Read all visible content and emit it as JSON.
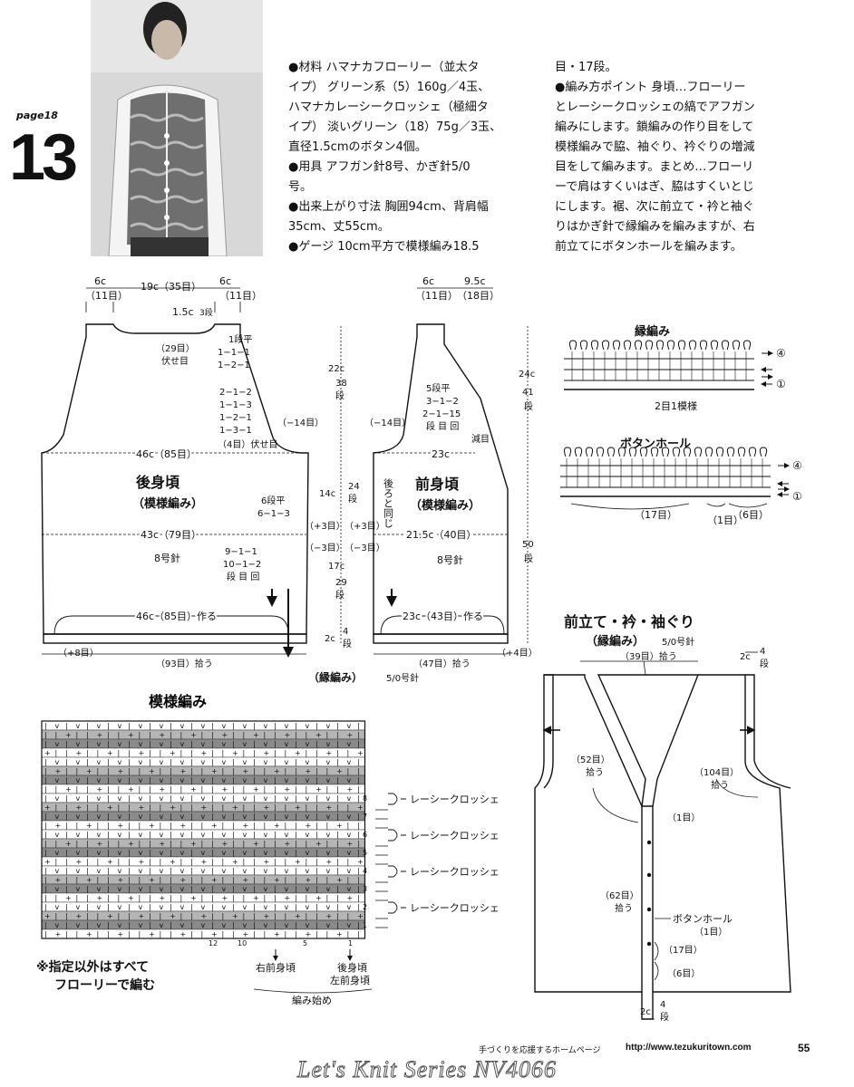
{
  "header": {
    "page_tag": "page18",
    "pattern_number": "13"
  },
  "instructions": {
    "col1": [
      "●材料 ハマナカフローリー（並太タ",
      "イプ） グリーン系（5）160g／4玉、",
      "ハマナカレーシークロッシェ（極細タ",
      "イプ） 淡いグリーン（18）75g／3玉、",
      "直径1.5cmのボタン4個。",
      "●用具 アフガン針8号、かぎ針5/0",
      "号。",
      "●出来上がり寸法 胸囲94cm、背肩幅",
      "35cm、丈55cm。",
      "●ゲージ 10cm平方で模様編み18.5"
    ],
    "col2": [
      "目・17段。",
      "●編み方ポイント 身頃…フローリー",
      "とレーシークロッシェの縞でアフガン",
      "編みにします。鎖編みの作り目をして",
      "模様編みで脇、袖ぐり、衿ぐりの増減",
      "目をして編みます。まとめ…フローリ",
      "ーで肩はすくいはぎ、脇はすくいとじ",
      "にします。裾、次に前立て・衿と袖ぐ",
      "りはかぎ針で縁編みを編みますが、右",
      "前立てにボタンホールを編みます。"
    ]
  },
  "back": {
    "title": "後身頃",
    "subtitle": "（模様編み）",
    "top_dims": [
      "6c",
      "19c（35目）",
      "6c"
    ],
    "top_counts": [
      "（11目）",
      "（11目）"
    ],
    "neck_depth": "1.5c",
    "neck_rows": "3段",
    "neck_bind": "（29目）",
    "neck_bind2": "伏せ目",
    "neck_rules": [
      "1段平",
      "1−1−1",
      "1−2−1"
    ],
    "arm_rules": [
      "2−1−2",
      "1−1−3",
      "1−2−1",
      "1−3−1",
      "（4目）伏せ目"
    ],
    "arm_dec": "（−14目）",
    "chest": "46c（85目）",
    "side_rules": [
      "6段平",
      "6−1−3"
    ],
    "waist": "43c（79目）",
    "needle": "8号針",
    "hem_rules": [
      "9−1−1",
      "10−1−2",
      "段 目 回"
    ],
    "cast_on": "46c（85目）作る",
    "hem_plus": "（+8目）",
    "hem_pick": "（93目）拾う"
  },
  "middle": {
    "upper": [
      "22c",
      "38",
      "段"
    ],
    "mid1": [
      "14c",
      "24",
      "段"
    ],
    "plus3": "（+3目）",
    "minus3": "（−3目）",
    "mid2": [
      "17c",
      "29",
      "段"
    ],
    "hem": [
      "2c",
      "4",
      "段"
    ],
    "edge_label": "（縁編み）",
    "edge_needle": "5/0号針"
  },
  "front": {
    "title": "前身頃",
    "subtitle": "（模様編み）",
    "top_dims": [
      "6c",
      "9.5c"
    ],
    "top_counts": [
      "（11目）",
      "（18目）"
    ],
    "neck_rules": [
      "5段平",
      "3−1−2",
      "2−1−15",
      "段 目 回"
    ],
    "dec_label": "減目",
    "arm_dec": "（−14目）",
    "chest": "23c",
    "same_as": "後ろと同じ",
    "waist": "21.5c（40目）",
    "needle": "8号針",
    "cast_on": "23c（43目）作る",
    "hem_plus": "（+4目）",
    "hem_pick": "（47目）拾う",
    "height_upper": [
      "24c",
      "41",
      "段"
    ],
    "height_lower": [
      "50",
      "段"
    ]
  },
  "edging": {
    "title": "縁編み",
    "repeat": "2目1模様",
    "row4": "④",
    "row1": "①",
    "buttonhole_title": "ボタンホール",
    "bh_counts": [
      "（17目）",
      "（1目）",
      "（6目）"
    ]
  },
  "pattern": {
    "title": "模様編み",
    "row_numbers": [
      "8",
      "7",
      "6",
      "5",
      "4",
      "3",
      "2",
      "1"
    ],
    "col_numbers": [
      "12",
      "10",
      "5",
      "1"
    ],
    "yarn_label": "レーシークロッシェ",
    "note_line1": "※指定以外はすべて",
    "note_line2": "フローリーで編む",
    "right_front": "右前身頃",
    "back_label": "後身頃",
    "left_front": "左前身頃",
    "start_label": "編み始め"
  },
  "finishing": {
    "title": "前立て・衿・袖ぐり",
    "subtitle": "（縁編み）",
    "needle": "5/0号針",
    "neck_pick": "（39目）拾う",
    "side_rows": [
      "2c",
      "4",
      "段"
    ],
    "front_pick": "（52目）",
    "front_pick2": "拾う",
    "arm_pick": "（104目）",
    "arm_pick2": "拾う",
    "one": "（1目）",
    "bottom_pick": "（62目）",
    "bottom_pick2": "拾う",
    "buttonhole": "ボタンホール",
    "bh_one": "（1目）",
    "seventeen": "（17目）",
    "six": "（6目）",
    "bottom_rows": [
      "2c",
      "4",
      "段"
    ]
  },
  "footer": {
    "tagline": "手づくりを応援するホームページ",
    "url": "http://www.tezukuritown.com",
    "page": "55",
    "series": "Let's Knit Series NV4066"
  }
}
